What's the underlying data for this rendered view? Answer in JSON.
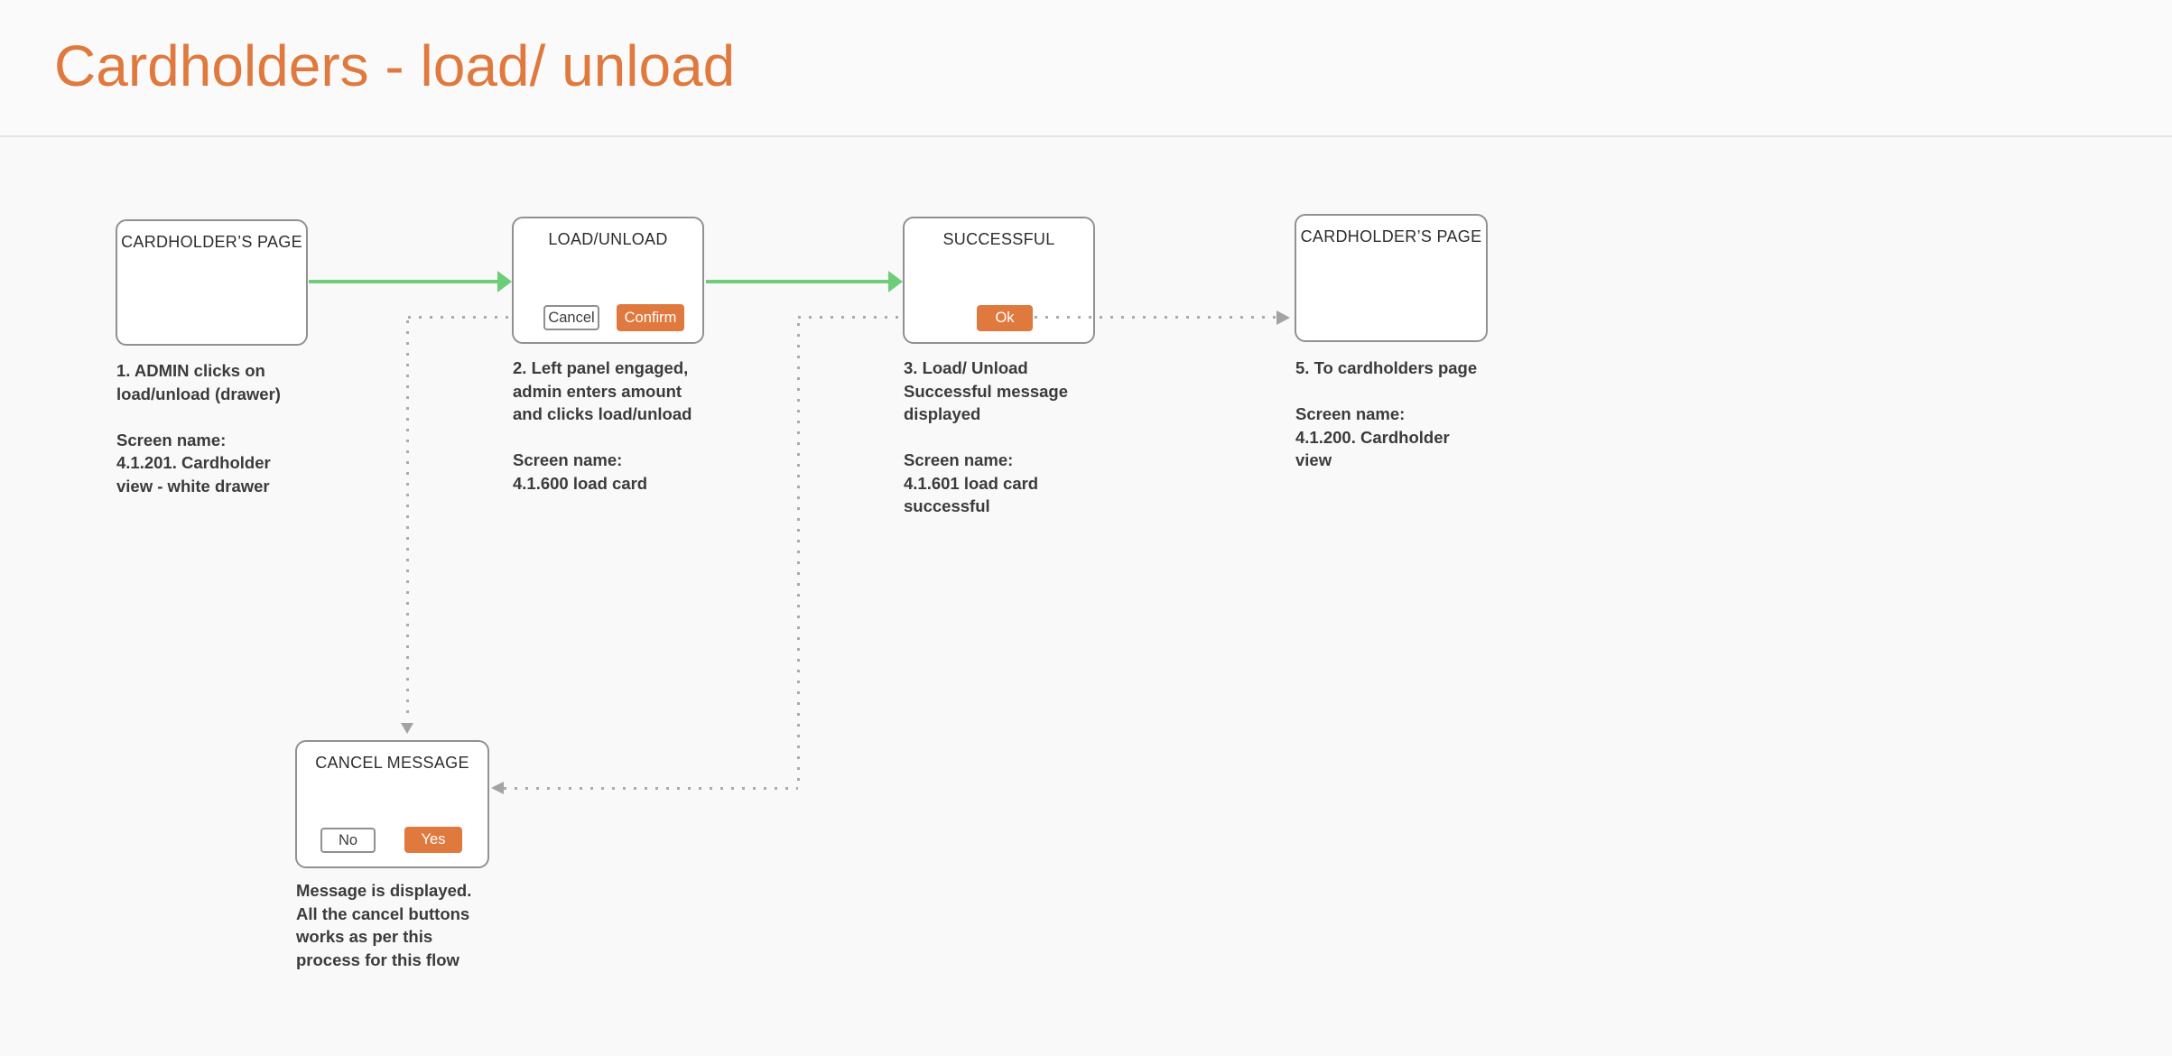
{
  "page": {
    "title": "Cardholders - load/ unload"
  },
  "palette": {
    "accent_orange": "#e0793d",
    "flow_green": "#6ecd78",
    "box_border_gray": "#919191",
    "dotted_gray": "#ababab",
    "note_text": "#3b3b3b",
    "background": "#f9f9f9"
  },
  "flow": {
    "boxes": [
      {
        "id": "cardholders-page-1",
        "label": "CARDHOLDER’S PAGE",
        "note": "1. ADMIN clicks on\nload/unload (drawer)\n\nScreen name:\n4.1.201. Cardholder\nview - white drawer"
      },
      {
        "id": "load-unload",
        "label": "LOAD/UNLOAD",
        "note": "2. Left panel engaged,\nadmin enters amount\nand clicks load/unload\n\nScreen name:\n4.1.600 load card",
        "buttons": {
          "cancel": "Cancel",
          "confirm": "Confirm"
        }
      },
      {
        "id": "successful",
        "label": "SUCCESSFUL",
        "note": "3. Load/ Unload\nSuccessful message\ndisplayed\n\nScreen name:\n4.1.601 load card\nsuccessful",
        "buttons": {
          "ok": "Ok"
        }
      },
      {
        "id": "cardholders-page-2",
        "label": "CARDHOLDER’S PAGE",
        "note": "5. To cardholders page\n\nScreen name:\n4.1.200. Cardholder\nview"
      },
      {
        "id": "cancel-message",
        "label": "CANCEL MESSAGE",
        "note": "Message is displayed.\nAll the cancel buttons\nworks as per this\nprocess for this flow",
        "buttons": {
          "no": "No",
          "yes": "Yes"
        }
      }
    ]
  }
}
